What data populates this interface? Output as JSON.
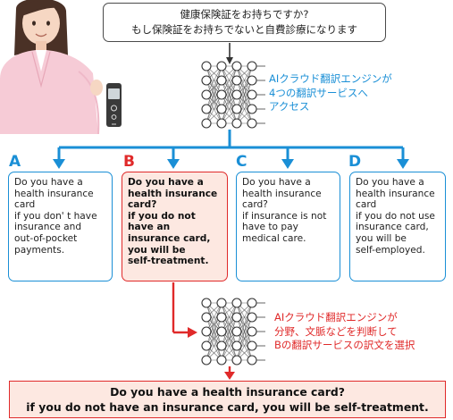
{
  "speech": {
    "line1": "健康保険証をお持ちですか?",
    "line2": "もし保険証をお持ちでないと自費診療になります"
  },
  "ai_step1": {
    "lines": [
      "AIクラウド翻訳エンジンが",
      "4つの翻訳サービスへ",
      "アクセス"
    ]
  },
  "options": [
    {
      "letter": "A",
      "lines": [
        "Do you have a",
        "health insurance",
        "card",
        "if you don' t have",
        "insurance and",
        "out-of-pocket",
        "payments."
      ],
      "selected": false
    },
    {
      "letter": "B",
      "lines": [
        "Do you have a",
        "health insurance",
        "card?",
        "if you do not",
        "have an",
        "insurance card,",
        "you will be",
        "self-treatment."
      ],
      "selected": true
    },
    {
      "letter": "C",
      "lines": [
        "Do you have a",
        "health insurance",
        "card?",
        "if insurance is not",
        "have to pay",
        "medical care."
      ],
      "selected": false
    },
    {
      "letter": "D",
      "lines": [
        "Do you have a",
        "health insurance",
        "card",
        "if you do not use",
        "insurance card,",
        "you will be",
        "self-employed."
      ],
      "selected": false
    }
  ],
  "ai_step2": {
    "lines": [
      "AIクラウド翻訳エンジンが",
      "分野、文脈などを判断して",
      "Bの翻訳サービスの訳文を選択"
    ]
  },
  "result": {
    "line1": "Do you have a health insurance card?",
    "line2": "if you do not have an insurance card, you will be self-treatment."
  },
  "colors": {
    "blue": "#1a8fd6",
    "red": "#e02a2a",
    "selected_fill": "#fde8e1",
    "dark": "#333333"
  },
  "icons": [
    "person-illustration",
    "voice-recorder-icon",
    "neural-network-icon"
  ]
}
